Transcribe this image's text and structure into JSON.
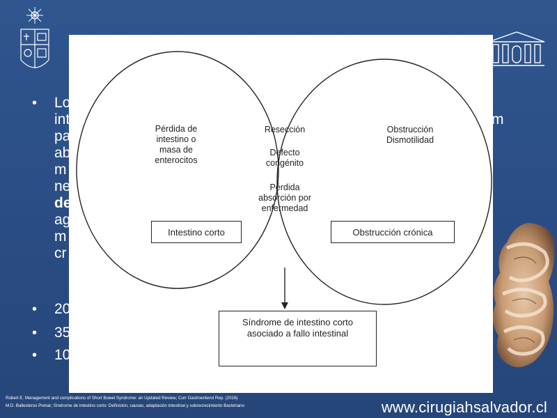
{
  "diagram": {
    "left_circle_text": [
      "Pérdida de",
      "intestino o",
      "masa  de",
      "enterocitos"
    ],
    "overlap_text_1": "Resección",
    "overlap_text_2": [
      "Defecto",
      "congénito"
    ],
    "overlap_text_3": [
      "Pérdida",
      "absorción por",
      "enfermedad"
    ],
    "right_circle_text": [
      "Obstrucción",
      "Dismotilidad"
    ],
    "left_box": "Intestino corto",
    "right_box": "Obstrucción crónica",
    "result_box": [
      "Síndrome de intestino corto",
      "asociado a fallo intestinal"
    ]
  },
  "background_bullets": [
    {
      "visible": "Lo",
      "right_fragment": "m"
    },
    {
      "visible": "int"
    },
    {
      "visible": "pa"
    },
    {
      "visible": "ab"
    },
    {
      "visible": "m"
    },
    {
      "visible": "ne"
    },
    {
      "visible": "de",
      "bold": true
    },
    {
      "visible": "ag"
    },
    {
      "visible": "m"
    },
    {
      "visible": "cr"
    }
  ],
  "short_bullets": [
    "20",
    "35",
    "10"
  ],
  "references": [
    "Robert E. Management and complications of Short Bowel Syndrome: an Updated Review; Curr Gastroenterol Rep. (2016)",
    "M.D. Ballesteros Pomar; Síndrome de intestino corto: Definición, causas, adaptación intestinal y sobrecrecimiento Bacteriano"
  ],
  "website": "www.cirugiahsalvador.cl",
  "colors": {
    "background": "#2c4f86",
    "panel": "#ffffff",
    "text_light": "#ffffff"
  }
}
